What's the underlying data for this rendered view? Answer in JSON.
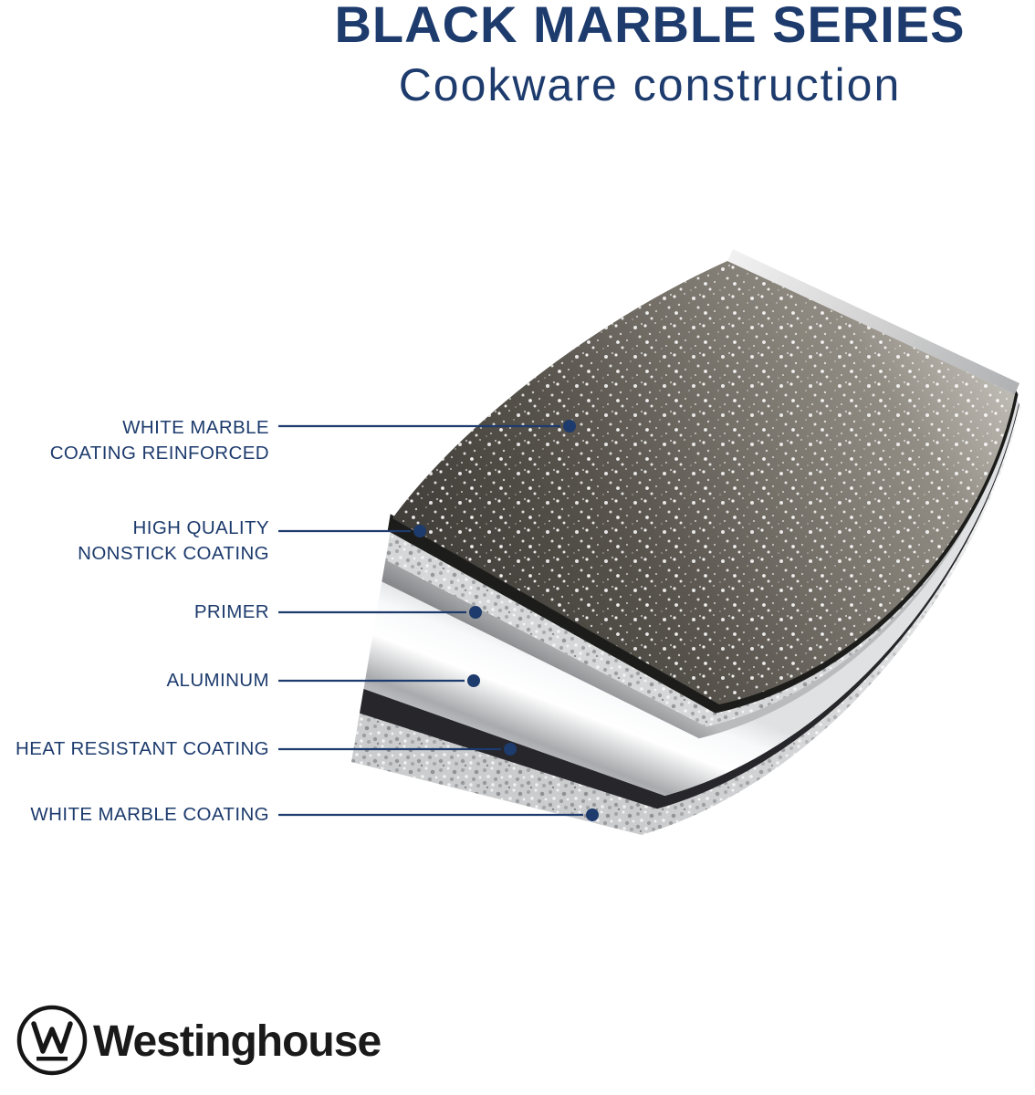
{
  "header": {
    "title": "BLACK MARBLE SERIES",
    "subtitle": "Cookware construction"
  },
  "callouts": [
    {
      "line1": "WHITE MARBLE",
      "line2": "COATING REINFORCED"
    },
    {
      "line1": "HIGH QUALITY",
      "line2": "NONSTICK COATING"
    },
    {
      "line1": "PRIMER"
    },
    {
      "line1": "ALUMINUM"
    },
    {
      "line1": "HEAT RESISTANT COATING"
    },
    {
      "line1": "WHITE MARBLE COATING"
    }
  ],
  "brand": {
    "name": "Westinghouse",
    "logo": "w-circle-mark"
  },
  "colors": {
    "accent_navy": "#1d3b6d",
    "brand_text": "#1a1a1a",
    "aluminum_silver": "#d8dadc",
    "dark_marble": "#4a463f"
  }
}
